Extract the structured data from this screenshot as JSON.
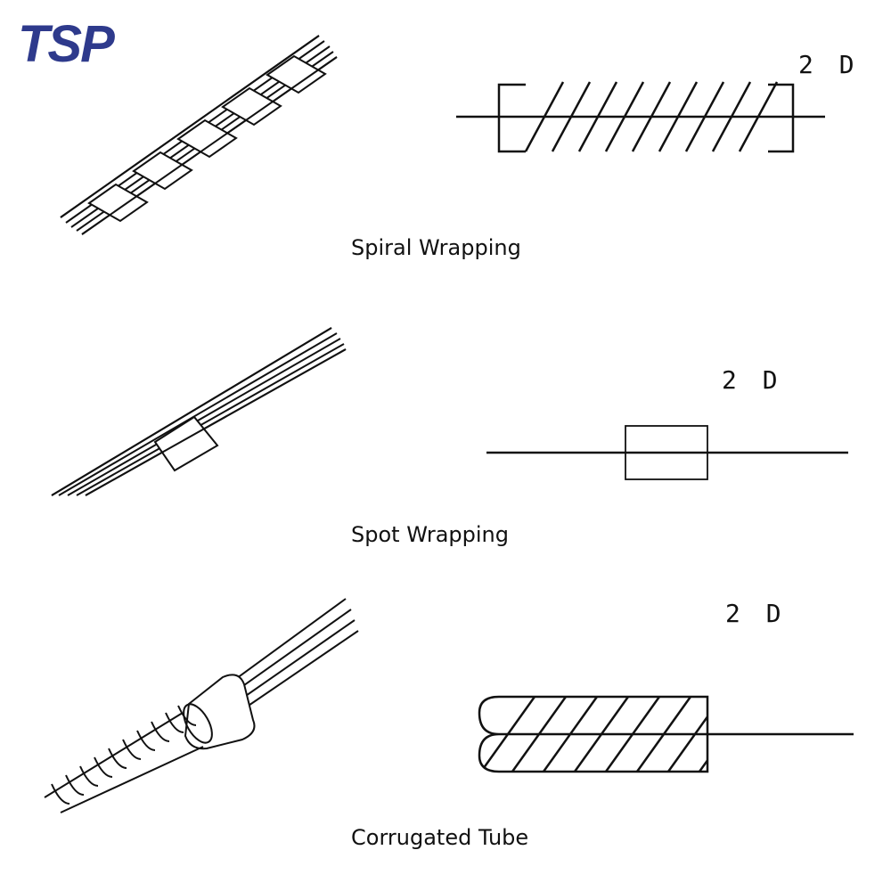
{
  "brand": {
    "logo_text": "TSP",
    "color": "#2e3a8c"
  },
  "sections": [
    {
      "caption": "Spiral Wrapping",
      "dim_label": "2 D"
    },
    {
      "caption": "Spot Wrapping",
      "dim_label": "2 D"
    },
    {
      "caption": "Corrugated Tube",
      "dim_label": "2 D"
    }
  ]
}
